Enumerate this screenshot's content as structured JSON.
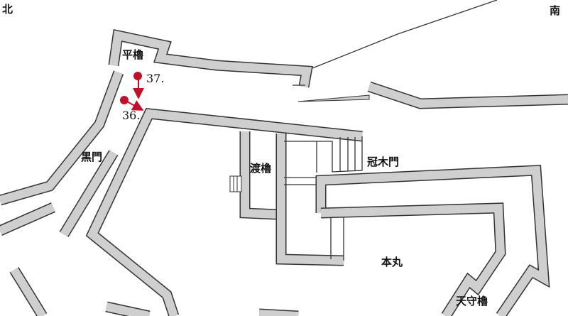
{
  "compass": {
    "north": "北",
    "south": "南"
  },
  "labels": {
    "hira_yagura": "平櫓",
    "kuro_mon": "黒門",
    "watari_yagura": "渡櫓",
    "kabuki_mon": "冠木門",
    "honmaru": "本丸",
    "tenshu_yagura": "天守櫓"
  },
  "markers": [
    {
      "label": "37.",
      "direction": "down"
    },
    {
      "label": "36.",
      "direction": "down-right"
    }
  ],
  "colors": {
    "wall": "#cfcfcf",
    "outline": "#333333",
    "marker": "#c0102a"
  }
}
